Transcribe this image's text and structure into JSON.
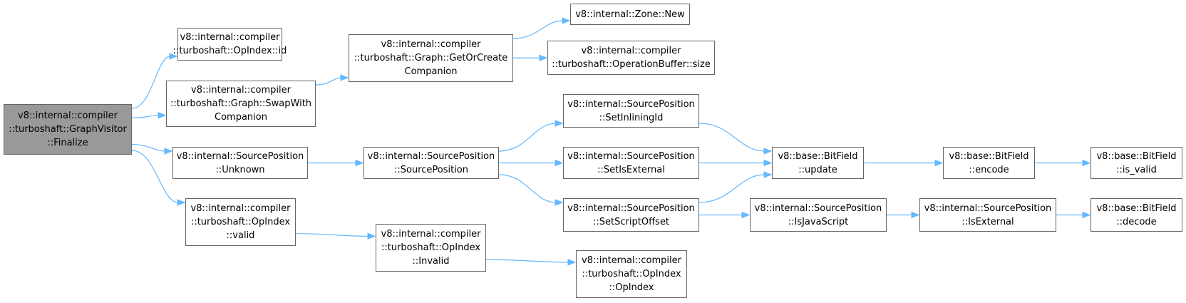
{
  "diagram": {
    "type": "call-graph",
    "edge_color": "#63b8ff",
    "node_border_color": "#666666",
    "root_fill_color": "#999999",
    "nodes": {
      "finalize": [
        "v8::internal::compiler",
        "::turboshaft::GraphVisitor",
        "::Finalize"
      ],
      "opindex_id": [
        "v8::internal::compiler",
        "::turboshaft::OpIndex::id"
      ],
      "swapwith": [
        "v8::internal::compiler",
        "::turboshaft::Graph::SwapWith",
        "Companion"
      ],
      "sp_unknown": [
        "v8::internal::SourcePosition",
        "::Unknown"
      ],
      "opindex_valid": [
        "v8::internal::compiler",
        "::turboshaft::OpIndex",
        "::valid"
      ],
      "getorcreate": [
        "v8::internal::compiler",
        "::turboshaft::Graph::GetOrCreate",
        "Companion"
      ],
      "sp_ctor": [
        "v8::internal::SourcePosition",
        "::SourcePosition"
      ],
      "opindex_invalid": [
        "v8::internal::compiler",
        "::turboshaft::OpIndex",
        "::Invalid"
      ],
      "zone_new": [
        "v8::internal::Zone::New"
      ],
      "opbuffer_size": [
        "v8::internal::compiler",
        "::turboshaft::OperationBuffer::size"
      ],
      "sp_setinlining": [
        "v8::internal::SourcePosition",
        "::SetInliningId"
      ],
      "sp_setisexternal": [
        "v8::internal::SourcePosition",
        "::SetIsExternal"
      ],
      "sp_setscript": [
        "v8::internal::SourcePosition",
        "::SetScriptOffset"
      ],
      "opindex_ctor": [
        "v8::internal::compiler",
        "::turboshaft::OpIndex",
        "::OpIndex"
      ],
      "bitfield_update": [
        "v8::base::BitField",
        "::update"
      ],
      "sp_isjs": [
        "v8::internal::SourcePosition",
        "::IsJavaScript"
      ],
      "bitfield_encode": [
        "v8::base::BitField",
        "::encode"
      ],
      "sp_isexternal": [
        "v8::internal::SourcePosition",
        "::IsExternal"
      ],
      "bitfield_isvalid": [
        "v8::base::BitField",
        "::is_valid"
      ],
      "bitfield_decode": [
        "v8::base::BitField",
        "::decode"
      ]
    },
    "edges": [
      [
        "finalize",
        "opindex_id"
      ],
      [
        "finalize",
        "swapwith"
      ],
      [
        "finalize",
        "sp_unknown"
      ],
      [
        "finalize",
        "opindex_valid"
      ],
      [
        "swapwith",
        "getorcreate"
      ],
      [
        "getorcreate",
        "zone_new"
      ],
      [
        "getorcreate",
        "opbuffer_size"
      ],
      [
        "sp_unknown",
        "sp_ctor"
      ],
      [
        "sp_ctor",
        "sp_setinlining"
      ],
      [
        "sp_ctor",
        "sp_setisexternal"
      ],
      [
        "sp_ctor",
        "sp_setscript"
      ],
      [
        "sp_setinlining",
        "bitfield_update"
      ],
      [
        "sp_setisexternal",
        "bitfield_update"
      ],
      [
        "sp_setscript",
        "bitfield_update"
      ],
      [
        "sp_setscript",
        "sp_isjs"
      ],
      [
        "bitfield_update",
        "bitfield_encode"
      ],
      [
        "bitfield_encode",
        "bitfield_isvalid"
      ],
      [
        "sp_isjs",
        "sp_isexternal"
      ],
      [
        "sp_isexternal",
        "bitfield_decode"
      ],
      [
        "opindex_valid",
        "opindex_invalid"
      ],
      [
        "opindex_invalid",
        "opindex_ctor"
      ]
    ]
  }
}
